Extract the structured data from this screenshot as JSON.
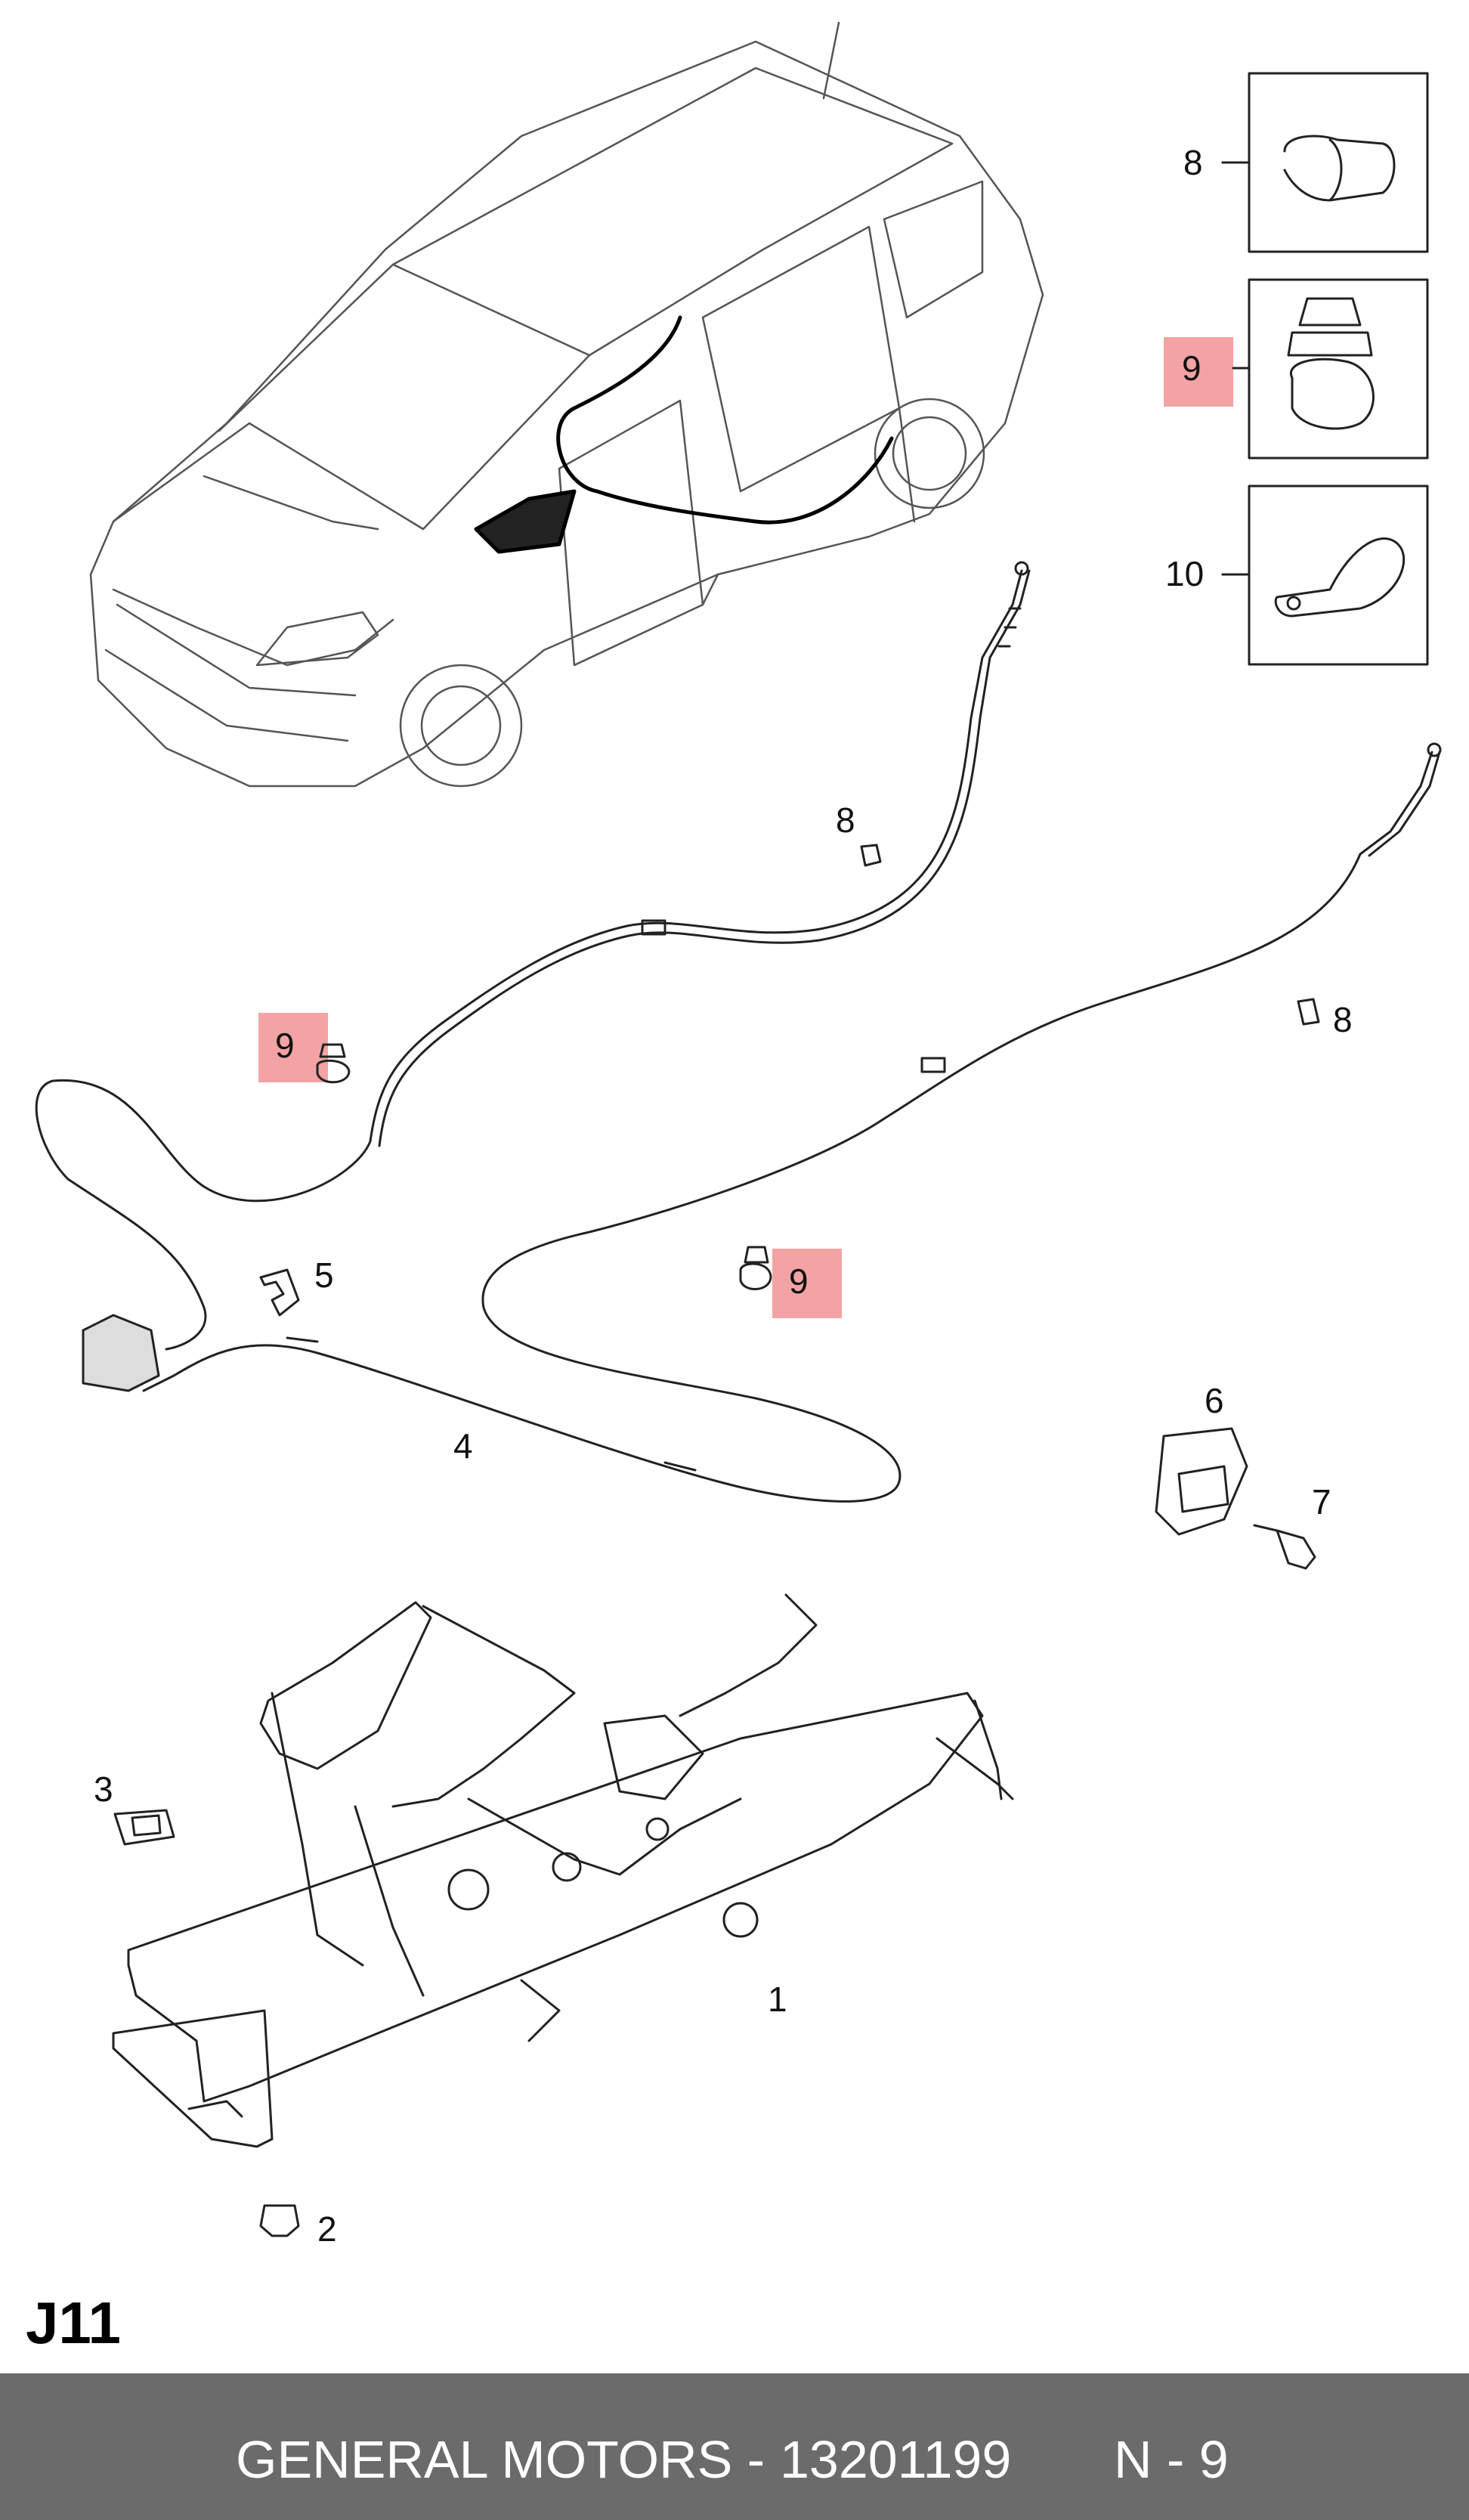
{
  "diagram": {
    "section_code": "J11",
    "callouts": [
      {
        "id": "1",
        "label": "1"
      },
      {
        "id": "2",
        "label": "2"
      },
      {
        "id": "3",
        "label": "3"
      },
      {
        "id": "4",
        "label": "4"
      },
      {
        "id": "5",
        "label": "5"
      },
      {
        "id": "6",
        "label": "6"
      },
      {
        "id": "7",
        "label": "7"
      },
      {
        "id": "8",
        "label": "8"
      },
      {
        "id": "9",
        "label": "9",
        "highlighted": true
      },
      {
        "id": "10",
        "label": "10"
      }
    ],
    "legend_boxes": [
      {
        "label": "8",
        "part": "cable-clip"
      },
      {
        "label": "9",
        "part": "push-in-cable-clamp"
      },
      {
        "label": "10",
        "part": "p-clip"
      }
    ],
    "highlight_color": "#f3a3a3"
  },
  "footer": {
    "brand": "GENERAL MOTORS -",
    "part_number": "13201199",
    "reference": "N - 9",
    "background_color": "#6b6b6b"
  }
}
